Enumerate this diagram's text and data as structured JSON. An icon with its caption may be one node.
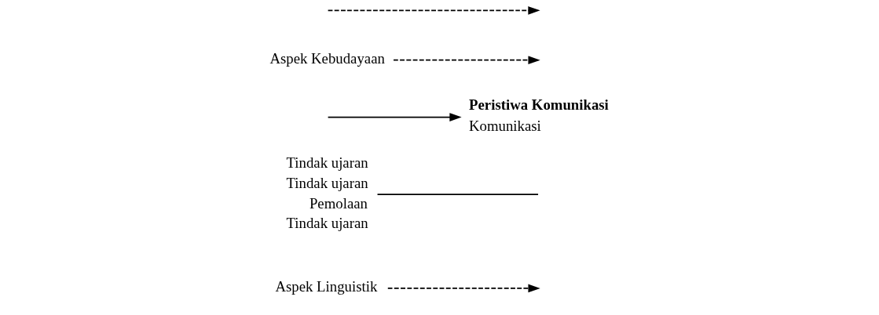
{
  "diagram": {
    "nodes": [
      {
        "text": [
          "Aspek Linguistik"
        ]
      },
      {
        "text": [
          "Tindak ujaran",
          "Tindak ujaran",
          "Pemolaan",
          "Tindak ujaran"
        ]
      },
      {
        "text": [
          "Peristiwa Komunikasi",
          "Komunikasi"
        ]
      },
      {
        "text": [
          "Aspek Kebudayaan"
        ]
      }
    ],
    "edges": [
      {
        "from": 0,
        "to": null,
        "arrow": "to",
        "style": "dashed"
      },
      {
        "from": 1,
        "to": null,
        "arrow": "none"
      },
      {
        "from": null,
        "to": 2,
        "arrow": "to"
      },
      {
        "from": 3,
        "to": null,
        "arrow": "to",
        "style": "dashed"
      }
    ]
  }
}
